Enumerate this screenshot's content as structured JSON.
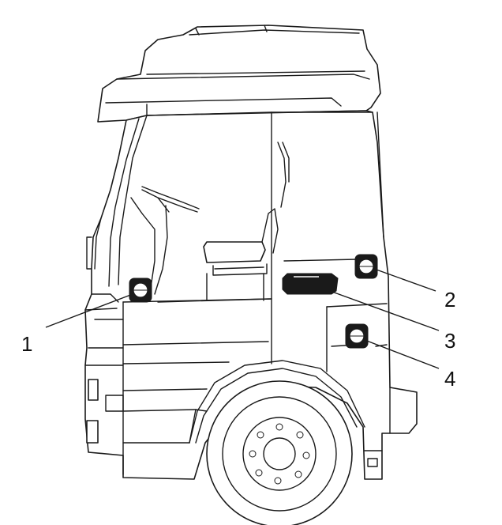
{
  "figure": {
    "callouts": [
      {
        "number": "1",
        "target": "left-door-component"
      },
      {
        "number": "2",
        "target": "rear-wall-upper-component"
      },
      {
        "number": "3",
        "target": "rear-wall-rectangular-component"
      },
      {
        "number": "4",
        "target": "rear-wall-lower-component"
      }
    ]
  },
  "colors": {
    "line": "#1a1a1a",
    "background": "#ffffff"
  }
}
